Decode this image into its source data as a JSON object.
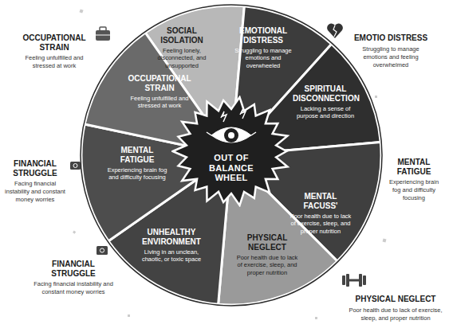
{
  "diagram": {
    "nodes": [
      {
        "text": [
          "SOCIAL ISOLATION",
          "Feeling lonely, disconnected, and unsupported"
        ]
      },
      {
        "text": [
          "EMOTIONAL DISTRESS",
          "Struggling to manage emotions and overwheeled"
        ]
      },
      {
        "text": [
          "SPIRITUAL DISCONNECTION",
          "Lacking a sense of purpose and direction"
        ]
      },
      {
        "text": [
          "MENTAL FACUSS'",
          "Poor health due to lack of exercise, sleep, and proper nutrition"
        ]
      },
      {
        "text": [
          "PHYSICAL NEGLECT",
          "Poor health due to lack of exercise, sleep, and proper nutrition"
        ]
      },
      {
        "text": [
          "UNHEALTHY ENVIRONMENT",
          "Living in an unclean, chaotic, or toxic space"
        ]
      },
      {
        "text": [
          "MENTAL FATIGUE",
          "Experiencing brain fog and difficulty focusing"
        ]
      },
      {
        "text": [
          "OCCUPATIONAL STRAIN",
          "Feeling unfulfilled and stressed at work"
        ]
      },
      {
        "text": [
          "OUT OF BALANCE WHEEL"
        ]
      }
    ],
    "labels": [
      "OCCUPATIONAL STRAIN",
      "Feeling unfulfilled and stressed at work",
      "FINANCIAL STRUGGLE",
      "Facing financial instability and constant money worries",
      "FINANCIAL STRUGGLE",
      "Facing financial instability and constant money worries",
      "EMOTIO DISTRESS",
      "Struggling to manage emotions and feeling overwhelmed",
      "MENTAL FATIGUE",
      "Experiencing brain fog and difficulty focusing",
      "PHYSICAL NEGLECT",
      "Poor health due to lack of exercise, sleep, and proper nutrition"
    ]
  }
}
